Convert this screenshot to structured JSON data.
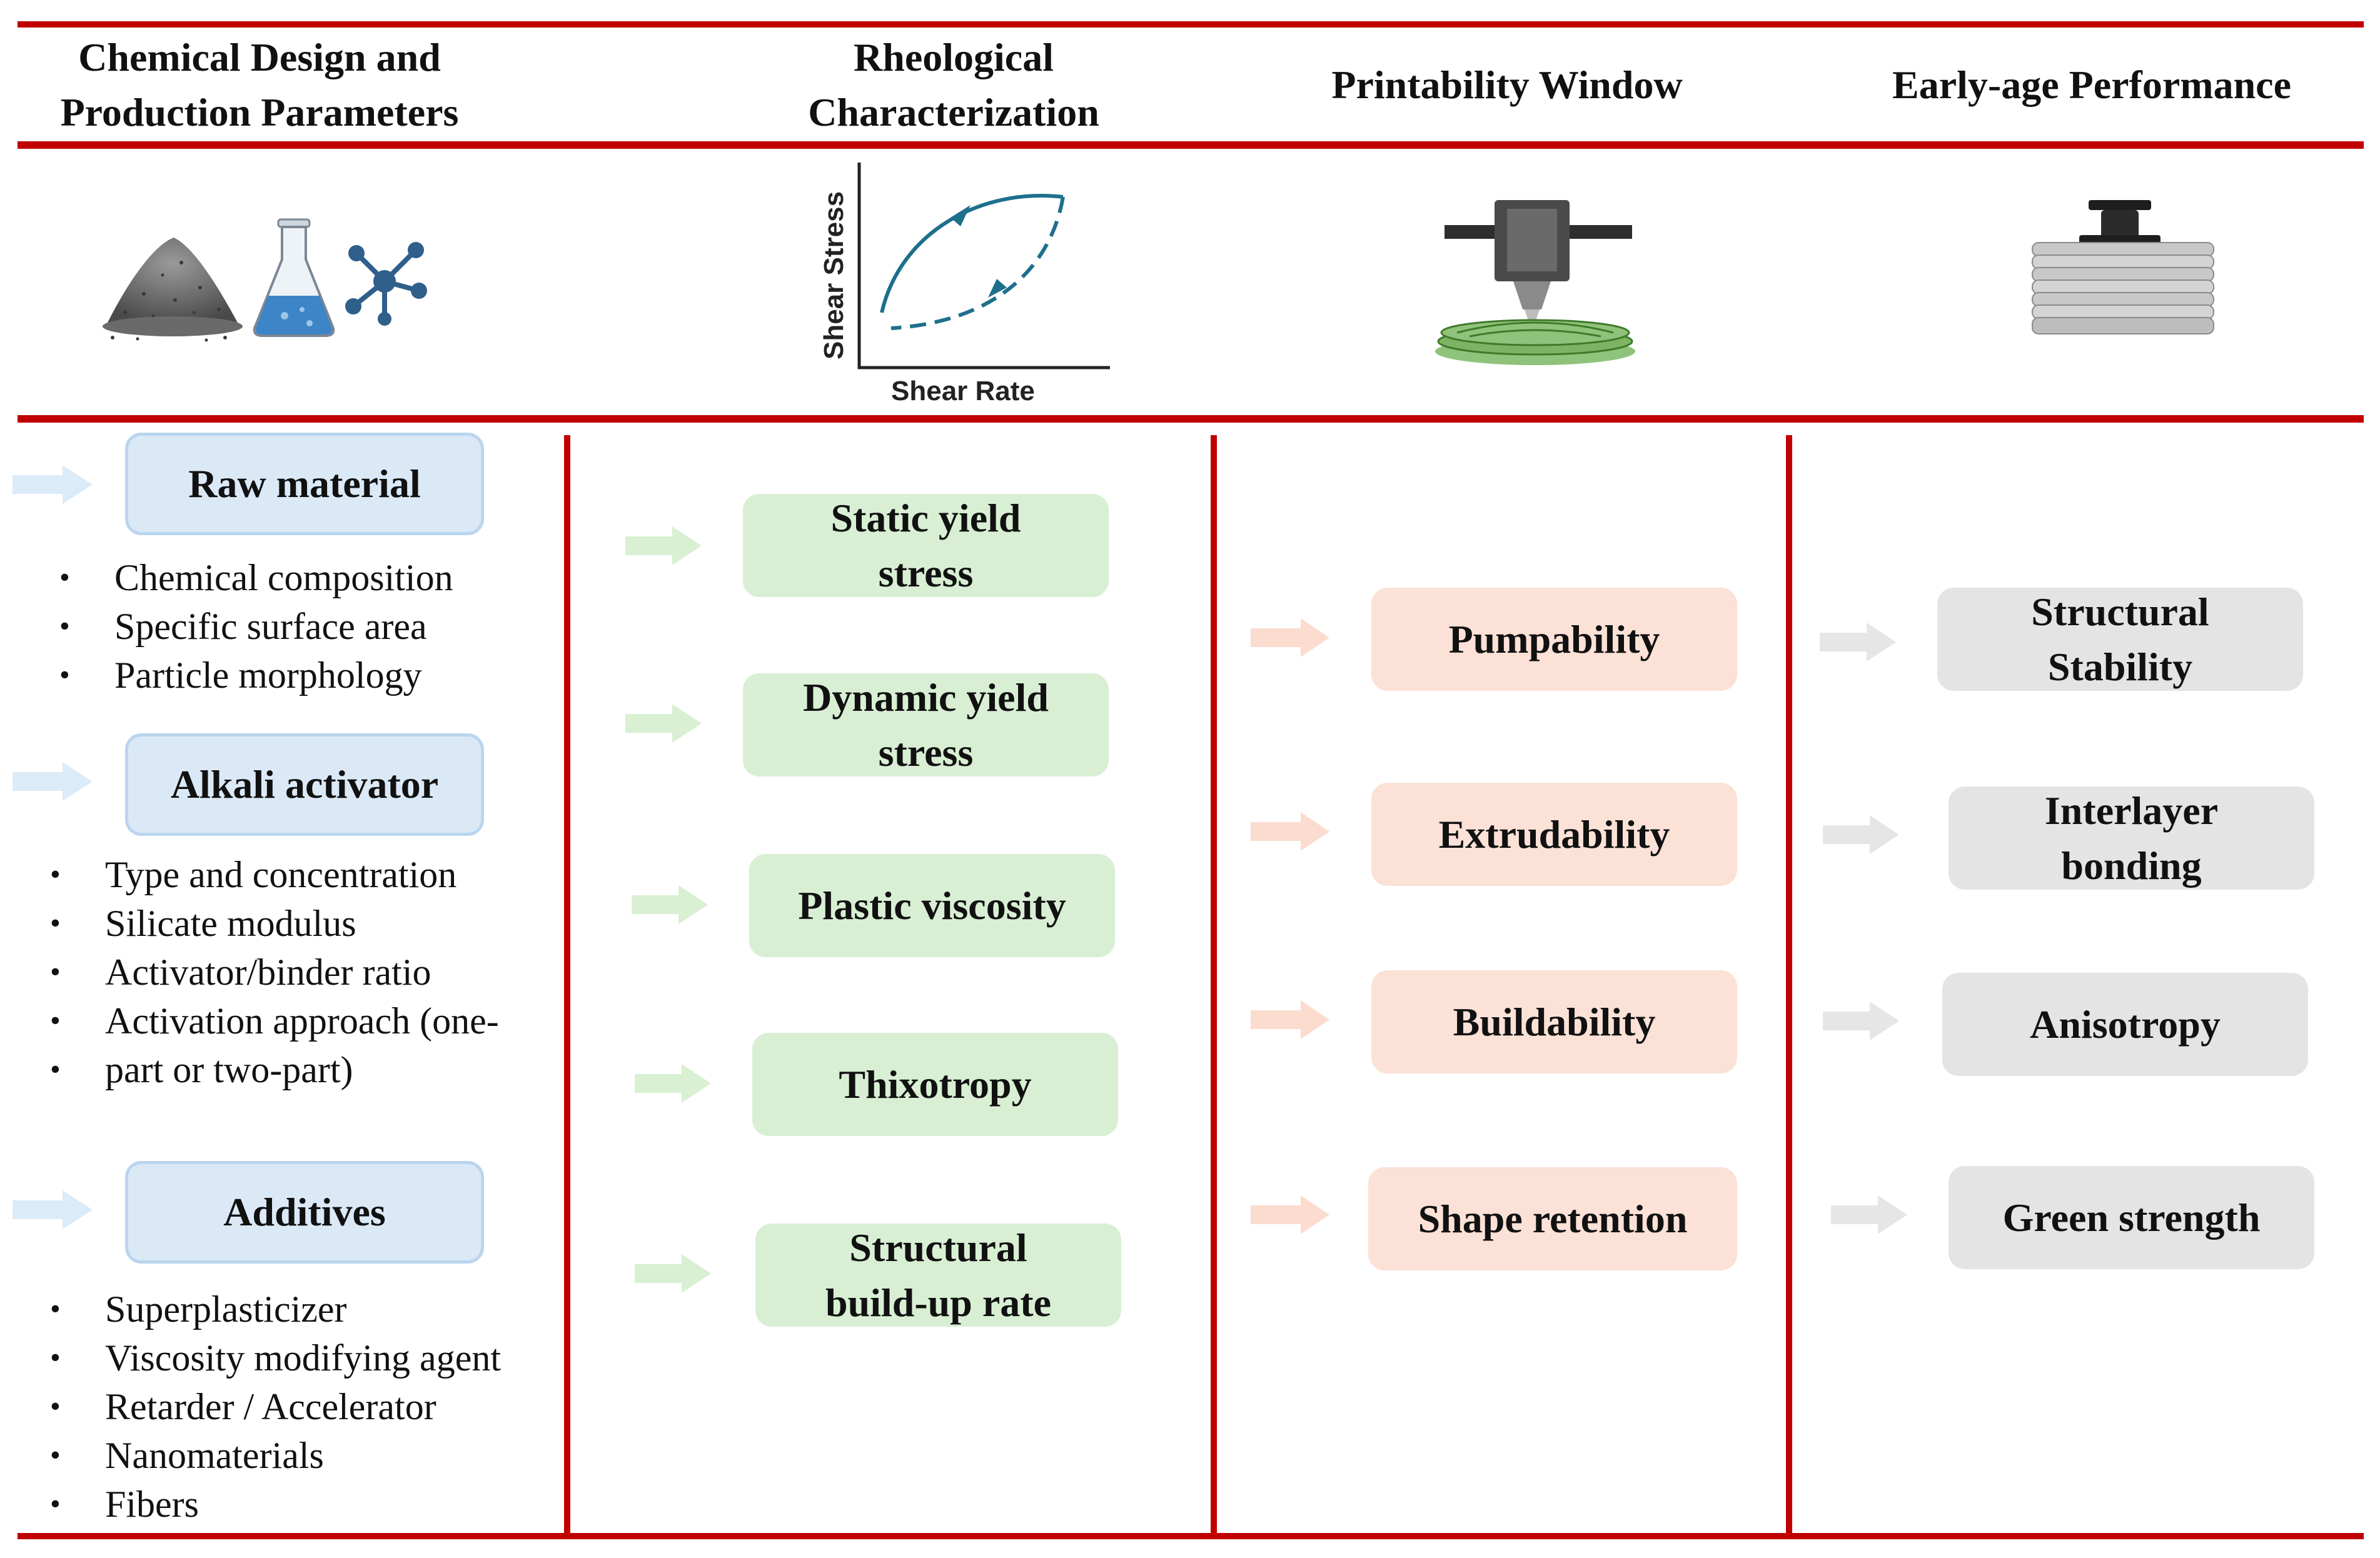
{
  "columns": [
    {
      "title_line1": "Chemical Design and",
      "title_line2": "Production Parameters"
    },
    {
      "title_line1": "Rheological",
      "title_line2": "Characterization"
    },
    {
      "title": "Printability Window"
    },
    {
      "title": "Early-age Performance"
    }
  ],
  "icons": {
    "col1": [
      "powder-pile-icon",
      "erlenmeyer-flask-icon",
      "molecule-icon"
    ],
    "col3": "3d-printer-nozzle-icon",
    "col4": "loaded-printed-layers-icon"
  },
  "rheology_plot": {
    "xlabel": "Shear Rate",
    "ylabel": "Shear Stress"
  },
  "chemical": {
    "raw_material": {
      "label": "Raw material",
      "items": [
        "Chemical composition",
        "Specific surface area",
        "Particle morphology"
      ]
    },
    "alkali_activator": {
      "label": "Alkali activator",
      "items": [
        "Type and concentration",
        "Silicate modulus",
        "Activator/binder ratio",
        "Activation approach (one-",
        "part or two-part)"
      ]
    },
    "additives": {
      "label": "Additives",
      "items": [
        "Superplasticizer",
        "Viscosity modifying agent",
        "Retarder / Accelerator",
        "Nanomaterials",
        "Fibers"
      ]
    }
  },
  "rheology_boxes": [
    [
      "Static yield",
      "stress"
    ],
    [
      "Dynamic yield",
      "stress"
    ],
    [
      "Plastic viscosity"
    ],
    [
      "Thixotropy"
    ],
    [
      "Structural",
      "build-up rate"
    ]
  ],
  "printability_boxes": [
    "Pumpability",
    "Extrudability",
    "Buildability",
    "Shape retention"
  ],
  "performance_boxes": [
    [
      "Structural",
      "Stability"
    ],
    [
      "Interlayer",
      "bonding"
    ],
    [
      "Anisotropy"
    ],
    [
      "Green strength"
    ]
  ],
  "colors": {
    "divider": "#c00000",
    "chemical_box": "#dbe9f7",
    "rheology_box": "#d8efd4",
    "printability_box": "#fbe1d6",
    "performance_box": "#e4e4e4",
    "arrow_blue": "#dcebf8",
    "arrow_green": "#d9f0d3",
    "arrow_peach": "#fbdccf",
    "arrow_grey": "#e6e6e6",
    "plot_curve": "#1e6f8c"
  }
}
